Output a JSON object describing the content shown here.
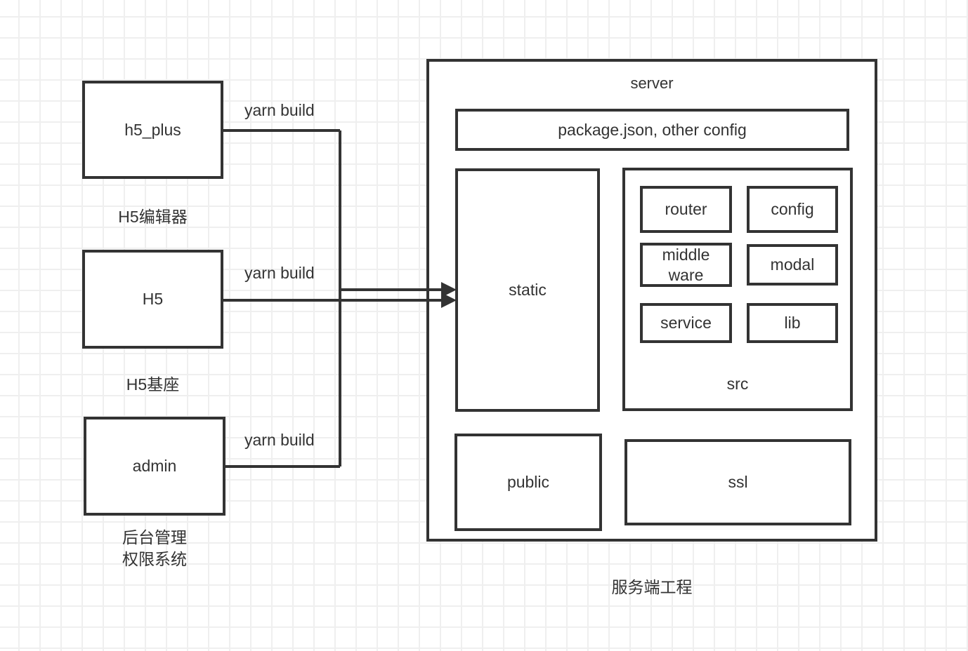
{
  "colors": {
    "stroke": "#333333",
    "text": "#333333",
    "grid_line": "#efefef",
    "canvas_background": "#ffffff"
  },
  "modules": {
    "h5_plus": {
      "label": "h5_plus",
      "caption": "H5编辑器",
      "edge_label": "yarn build"
    },
    "h5": {
      "label": "H5",
      "caption": "H5基座",
      "edge_label": "yarn build"
    },
    "admin": {
      "label": "admin",
      "caption_line1": "后台管理",
      "caption_line2": "权限系统",
      "edge_label": "yarn build"
    }
  },
  "server": {
    "title": "server",
    "config_file_box": "package.json, other config",
    "static": "static",
    "src": {
      "label": "src",
      "router": "router",
      "config": "config",
      "middleware": "middle ware",
      "modal": "modal",
      "service": "service",
      "lib": "lib"
    },
    "public": "public",
    "ssl": "ssl",
    "caption": "服务端工程"
  }
}
